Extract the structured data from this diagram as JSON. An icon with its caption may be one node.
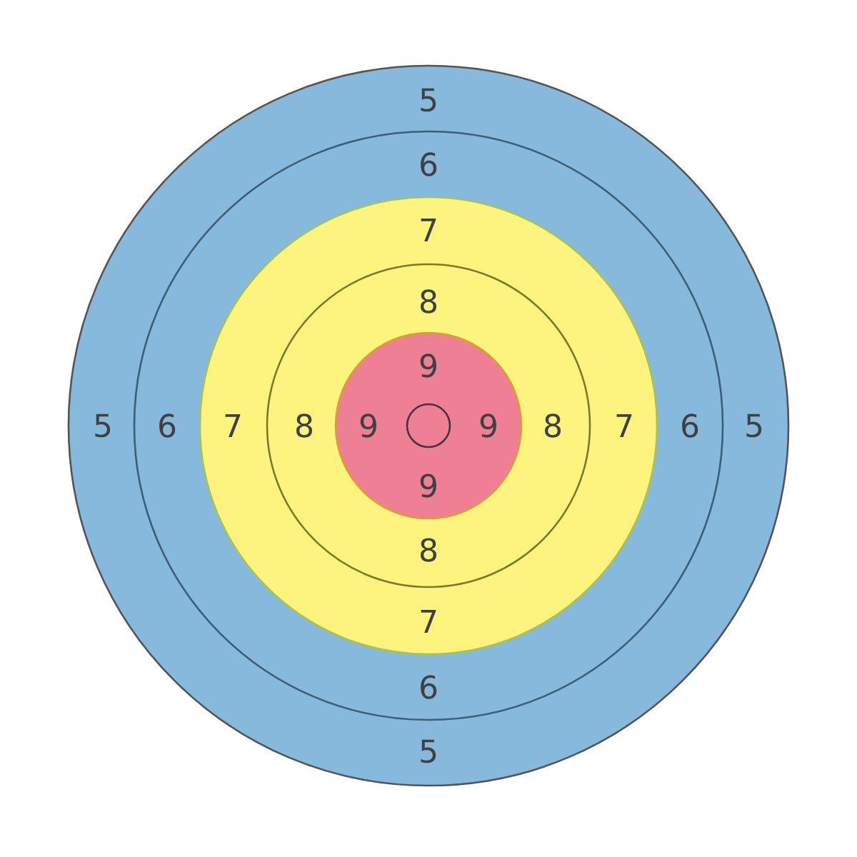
{
  "diagram": {
    "nodes": [
      {
        "text": [
          "5",
          "5",
          "5",
          "5"
        ]
      },
      {
        "text": [
          "6",
          "6",
          "6",
          "6"
        ],
        "in": 0
      },
      {
        "text": [
          "7",
          "7",
          "7",
          "7"
        ],
        "in": 1
      },
      {
        "text": [
          "8",
          "8",
          "8",
          "8"
        ],
        "in": 2
      },
      {
        "text": [
          "9",
          "9",
          "9",
          "9"
        ],
        "in": 3
      },
      {
        "text": [],
        "shape": "circle",
        "in": 4
      }
    ]
  }
}
